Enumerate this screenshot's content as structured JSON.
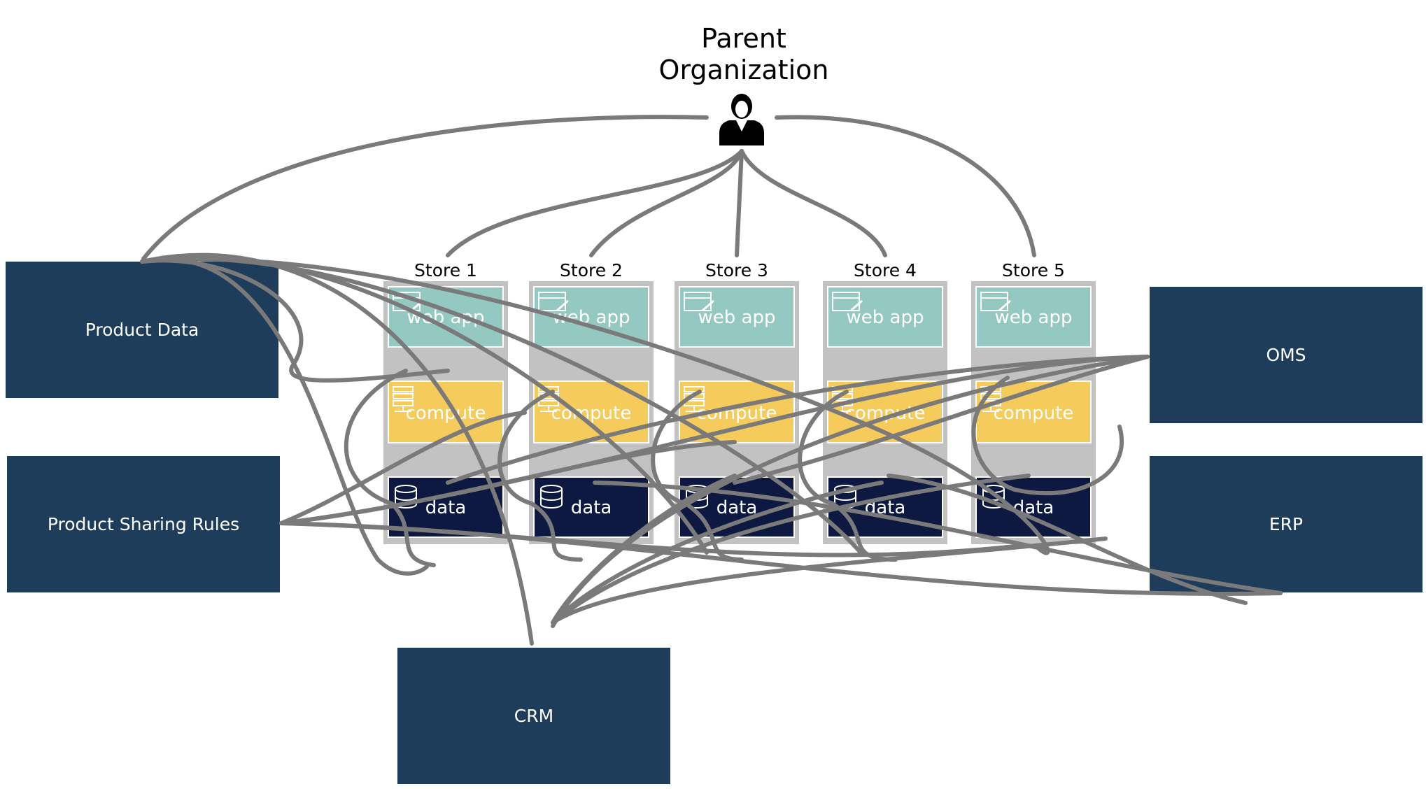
{
  "title": {
    "line1": "Parent",
    "line2": "Organization"
  },
  "systems": {
    "product_data": "Product Data",
    "product_sharing_rules": "Product Sharing Rules",
    "oms": "OMS",
    "erp": "ERP",
    "crm": "CRM"
  },
  "stores": [
    {
      "name": "Store 1",
      "web": "web app",
      "compute": "compute",
      "data": "data"
    },
    {
      "name": "Store 2",
      "web": "web app",
      "compute": "compute",
      "data": "data"
    },
    {
      "name": "Store 3",
      "web": "web app",
      "compute": "compute",
      "data": "data"
    },
    {
      "name": "Store 4",
      "web": "web app",
      "compute": "compute",
      "data": "data"
    },
    {
      "name": "Store 5",
      "web": "web app",
      "compute": "compute",
      "data": "data"
    }
  ],
  "colors": {
    "system_box": "#1d3d5a",
    "store_frame": "#c2c2c2",
    "web_app": "#93c9c1",
    "compute": "#f5cb5c",
    "data": "#0d1940",
    "arrow": "#7a7a7a"
  },
  "icons": {
    "person": "person-icon",
    "web_app": "browser-window-icon",
    "compute": "server-icon",
    "data": "database-icon"
  }
}
